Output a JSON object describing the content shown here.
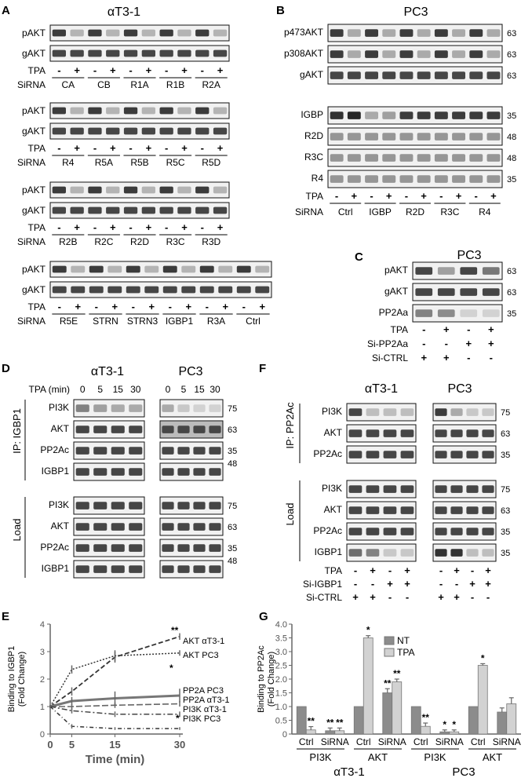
{
  "panels": {
    "A": {
      "letter": "A",
      "title": "αT3-1",
      "groups": [
        {
          "rows": [
            "pAKT",
            "gAKT"
          ],
          "tpa": "TPA",
          "sirna": "SiRNA",
          "treatments": [
            "CA",
            "CB",
            "R1A",
            "R1B",
            "R2A"
          ]
        },
        {
          "rows": [
            "pAKT",
            "gAKT"
          ],
          "tpa": "TPA",
          "sirna": "SiRNA",
          "treatments": [
            "R4",
            "R5A",
            "R5B",
            "R5C",
            "R5D"
          ]
        },
        {
          "rows": [
            "pAKT",
            "gAKT"
          ],
          "tpa": "TPA",
          "sirna": "SiRNA",
          "treatments": [
            "R2B",
            "R2C",
            "R2D",
            "R3C",
            "R3D"
          ]
        },
        {
          "rows": [
            "pAKT",
            "gAKT"
          ],
          "tpa": "TPA",
          "sirna": "SiRNA",
          "treatments": [
            "R5E",
            "STRN",
            "STRN3",
            "IGBP1",
            "R3A",
            "Ctrl"
          ]
        }
      ]
    },
    "B": {
      "letter": "B",
      "title": "PC3",
      "rows_top": [
        {
          "label": "p473AKT",
          "mw": "63"
        },
        {
          "label": "p308AKT",
          "mw": "63"
        },
        {
          "label": "gAKT",
          "mw": "63"
        }
      ],
      "rows_bottom": [
        {
          "label": "IGBP",
          "mw": "35"
        },
        {
          "label": "R2D",
          "mw": "48"
        },
        {
          "label": "R3C",
          "mw": "48"
        },
        {
          "label": "R4",
          "mw": "35"
        }
      ],
      "tpa": "TPA",
      "sirna": "SiRNA",
      "treatments": [
        "Ctrl",
        "IGBP",
        "R2D",
        "R3C",
        "R4"
      ]
    },
    "C": {
      "letter": "C",
      "title": "PC3",
      "rows": [
        {
          "label": "pAKT",
          "mw": "63"
        },
        {
          "label": "gAKT",
          "mw": "63"
        },
        {
          "label": "PP2Aa",
          "mw": "35"
        }
      ],
      "conditions": [
        {
          "label": "TPA",
          "values": [
            "-",
            "+",
            "-",
            "+"
          ]
        },
        {
          "label": "Si-PP2Aa",
          "values": [
            "-",
            "-",
            "+",
            "+"
          ]
        },
        {
          "label": "Si-CTRL",
          "values": [
            "+",
            "+",
            "-",
            "-"
          ]
        }
      ]
    },
    "D": {
      "letter": "D",
      "title_left": "αT3-1",
      "title_right": "PC3",
      "tpa_label": "TPA (min)",
      "times": [
        "0",
        "5",
        "15",
        "30"
      ],
      "ip_label": "IP: IGBP1",
      "load_label": "Load",
      "ip_rows": [
        {
          "label": "PI3K",
          "mw": "75"
        },
        {
          "label": "AKT",
          "mw": "63"
        },
        {
          "label": "PP2Ac",
          "mw": "35"
        },
        {
          "label": "IGBP1",
          "mw": "48"
        }
      ],
      "load_rows": [
        {
          "label": "PI3K",
          "mw": "75"
        },
        {
          "label": "AKT",
          "mw": "63"
        },
        {
          "label": "PP2Ac",
          "mw": "35"
        },
        {
          "label": "IGBP1",
          "mw": "48"
        }
      ]
    },
    "F": {
      "letter": "F",
      "title_left": "αT3-1",
      "title_right": "PC3",
      "ip_label": "IP: PP2Ac",
      "load_label": "Load",
      "ip_rows": [
        {
          "label": "PI3K",
          "mw": "75"
        },
        {
          "label": "AKT",
          "mw": "63"
        },
        {
          "label": "PP2Ac",
          "mw": "35"
        }
      ],
      "load_rows": [
        {
          "label": "PI3K",
          "mw": "75"
        },
        {
          "label": "AKT",
          "mw": "63"
        },
        {
          "label": "PP2Ac",
          "mw": "35"
        },
        {
          "label": "IGBP1",
          "mw": "35"
        }
      ],
      "conditions": [
        {
          "label": "TPA",
          "values": [
            "-",
            "+",
            "-",
            "+"
          ]
        },
        {
          "label": "Si-IGBP1",
          "values": [
            "-",
            "-",
            "+",
            "+"
          ]
        },
        {
          "label": "Si-CTRL",
          "values": [
            "+",
            "+",
            "-",
            "-"
          ]
        }
      ]
    },
    "E": {
      "letter": "E"
    },
    "G": {
      "letter": "G"
    }
  },
  "chart_data": [
    {
      "panel": "E",
      "type": "line",
      "xlabel": "Time (min)",
      "ylabel": "Binding to IGBP1 (Fold Change)",
      "xlim": [
        0,
        30
      ],
      "ylim": [
        0,
        4
      ],
      "x_ticks": [
        "0",
        "5",
        "15",
        "30"
      ],
      "y_ticks": [
        "0",
        "1",
        "2",
        "3",
        "4"
      ],
      "x": [
        0,
        5,
        15,
        30
      ],
      "series": [
        {
          "name": "AKT αT3-1",
          "values": [
            1.0,
            1.55,
            2.8,
            3.55
          ],
          "err": [
            0.05,
            0.15,
            0.2,
            0.12
          ],
          "style": "dashed",
          "mark": "**"
        },
        {
          "name": "AKT PC3",
          "values": [
            1.0,
            2.35,
            2.85,
            2.95
          ],
          "err": [
            0.05,
            0.15,
            0.2,
            0.1
          ],
          "style": "dotted",
          "mark": "*"
        },
        {
          "name": "PP2A PC3",
          "values": [
            1.0,
            1.2,
            1.3,
            1.4
          ],
          "err": [
            0.05,
            0.15,
            0.25,
            0.25
          ],
          "style": "solid-thick"
        },
        {
          "name": "PP2A αT3-1",
          "values": [
            1.0,
            1.0,
            1.05,
            1.1
          ],
          "err": [
            0.05,
            0.1,
            0.1,
            0.1
          ],
          "style": "dashed-thin"
        },
        {
          "name": "PI3K αT3-1",
          "values": [
            1.0,
            0.85,
            0.72,
            0.72
          ],
          "err": [
            0.05,
            0.1,
            0.1,
            0.1
          ],
          "style": "dashdot"
        },
        {
          "name": "PI3K PC3",
          "values": [
            1.0,
            0.28,
            0.2,
            0.2
          ],
          "err": [
            0.05,
            0.08,
            0.05,
            0.05
          ],
          "style": "dashdot-thin",
          "mark": "*"
        }
      ],
      "stars": {
        "akt_at3": "**",
        "akt_pc3": "*",
        "pi3k": "*"
      }
    },
    {
      "panel": "G",
      "type": "bar",
      "ylabel": "Binding to PP2Ac (Fold Change)",
      "ylim": [
        0,
        4
      ],
      "y_ticks": [
        "0",
        "0.5",
        "1.0",
        "1.5",
        "2.0",
        "2.5",
        "3.0",
        "3.5",
        "4.0"
      ],
      "legend": "top-center",
      "series_names": [
        "NT",
        "TPA"
      ],
      "series_colors": [
        "#8c8c8c",
        "#d2d2d2"
      ],
      "groups": [
        {
          "cell": "αT3-1",
          "protein": "PI3K",
          "treatment": "Ctrl",
          "NT": 1.0,
          "TPA": 0.15,
          "nt_err": 0.0,
          "tpa_err": 0.12,
          "nt_star": "",
          "tpa_star": "**"
        },
        {
          "cell": "αT3-1",
          "protein": "PI3K",
          "treatment": "SiRNA",
          "NT": 0.12,
          "TPA": 0.12,
          "nt_err": 0.1,
          "tpa_err": 0.1,
          "nt_star": "**",
          "tpa_star": "**"
        },
        {
          "cell": "αT3-1",
          "protein": "AKT",
          "treatment": "Ctrl",
          "NT": 1.0,
          "TPA": 3.5,
          "nt_err": 0.0,
          "tpa_err": 0.08,
          "nt_star": "",
          "tpa_star": "*"
        },
        {
          "cell": "αT3-1",
          "protein": "AKT",
          "treatment": "SiRNA",
          "NT": 1.5,
          "TPA": 1.9,
          "nt_err": 0.15,
          "tpa_err": 0.1,
          "nt_star": "**",
          "tpa_star": "**"
        },
        {
          "cell": "PC3",
          "protein": "PI3K",
          "treatment": "Ctrl",
          "NT": 1.0,
          "TPA": 0.28,
          "nt_err": 0.0,
          "tpa_err": 0.12,
          "nt_star": "",
          "tpa_star": "**"
        },
        {
          "cell": "PC3",
          "protein": "PI3K",
          "treatment": "SiRNA",
          "NT": 0.08,
          "TPA": 0.08,
          "nt_err": 0.07,
          "tpa_err": 0.07,
          "nt_star": "*",
          "tpa_star": "*"
        },
        {
          "cell": "PC3",
          "protein": "AKT",
          "treatment": "Ctrl",
          "NT": 1.0,
          "TPA": 2.5,
          "nt_err": 0.0,
          "tpa_err": 0.06,
          "nt_star": "",
          "tpa_star": "*"
        },
        {
          "cell": "PC3",
          "protein": "AKT",
          "treatment": "SiRNA",
          "NT": 0.8,
          "TPA": 1.1,
          "nt_err": 0.15,
          "tpa_err": 0.22,
          "nt_star": "",
          "tpa_star": ""
        }
      ],
      "protein_labels": [
        "PI3K",
        "AKT",
        "PI3K",
        "AKT"
      ],
      "cell_labels": [
        "αT3-1",
        "PC3"
      ]
    }
  ]
}
